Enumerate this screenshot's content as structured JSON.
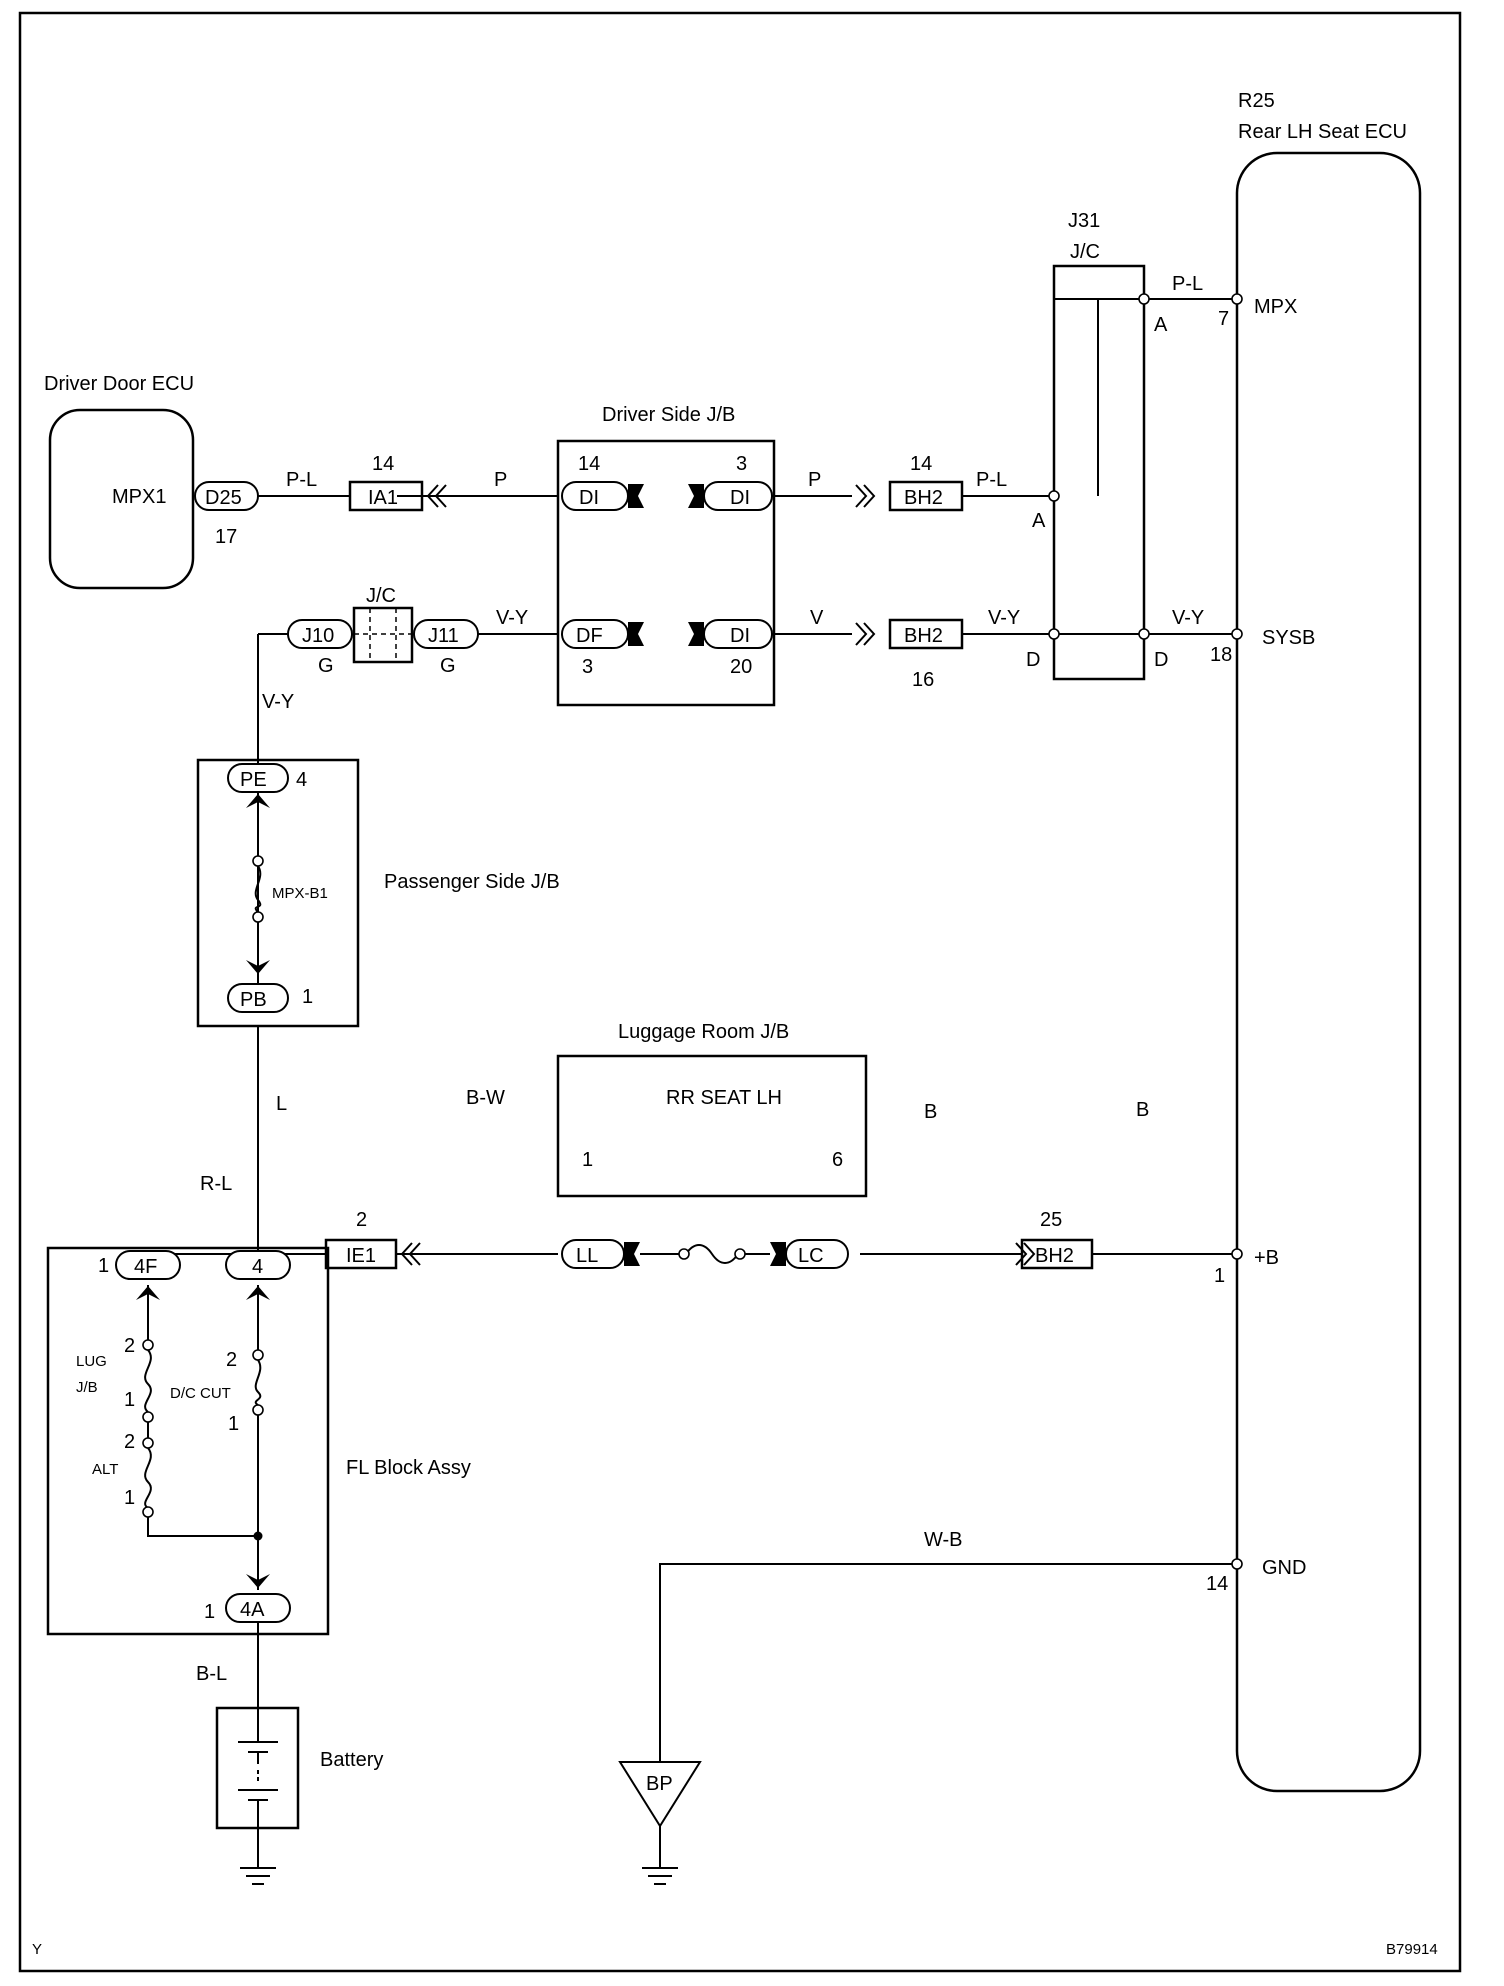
{
  "corner_left": "Y",
  "corner_right": "B79914",
  "components": {
    "rear_ecu": {
      "code": "R25",
      "name": "Rear LH Seat ECU",
      "pins": [
        {
          "name": "MPX",
          "no": "7"
        },
        {
          "name": "SYSB",
          "no": "18"
        },
        {
          "name": "+B",
          "no": "1"
        },
        {
          "name": "GND",
          "no": "14"
        }
      ]
    },
    "driver_door_ecu": {
      "name": "Driver Door ECU",
      "terminal": "MPX1",
      "connector": "D25",
      "pin": "17"
    },
    "j31": {
      "code": "J31",
      "name": "J/C",
      "pin_a": "A",
      "pin_d": "D"
    },
    "driver_side_jb": {
      "name": "Driver Side J/B"
    },
    "passenger_side_jb": {
      "name": "Passenger Side J/B",
      "fuse": "MPX-B1"
    },
    "luggage_jb": {
      "name": "Luggage Room J/B",
      "fuse": "RR SEAT LH"
    },
    "fl_block": {
      "name": "FL Block Assy",
      "fuses": [
        {
          "name": "LUG",
          "name2": "J/B",
          "p2": "2",
          "p1": "1"
        },
        {
          "name": "ALT",
          "p2": "2",
          "p1": "1"
        },
        {
          "name": "D/C CUT",
          "p2": "2",
          "p1": "1"
        }
      ]
    },
    "jc_small": {
      "name": "J/C"
    },
    "battery": {
      "name": "Battery"
    },
    "ground_bp": {
      "name": "BP"
    }
  },
  "connectors": {
    "ia1": {
      "label": "IA1",
      "pin": "14"
    },
    "di_left": {
      "label": "DI",
      "pin": "14"
    },
    "di_right_top": {
      "label": "DI",
      "pin": "3"
    },
    "df": {
      "label": "DF",
      "pin": "3"
    },
    "di_right_bot": {
      "label": "DI",
      "pin": "20"
    },
    "bh2_top": {
      "label": "BH2",
      "pin": "14"
    },
    "bh2_mid": {
      "label": "BH2",
      "pin": "16"
    },
    "bh2_low": {
      "label": "BH2",
      "pin": "25"
    },
    "j10": {
      "label": "J10",
      "pin": "G"
    },
    "j11": {
      "label": "J11",
      "pin": "G"
    },
    "pe": {
      "label": "PE",
      "pin": "4"
    },
    "pb": {
      "label": "PB",
      "pin": "1"
    },
    "ie1": {
      "label": "IE1",
      "pin": "2"
    },
    "ll": {
      "label": "LL",
      "pin": "1"
    },
    "lc": {
      "label": "LC",
      "pin": "6"
    },
    "c4f": {
      "label": "4F",
      "pin": "1"
    },
    "c4": {
      "label": "4"
    },
    "c4a": {
      "label": "4A",
      "pin": "1"
    }
  },
  "wire_colors": {
    "pl_d25": "P-L",
    "p_left": "P",
    "p_right": "P",
    "pl_bh2": "P-L",
    "pl_j31": "P-L",
    "vy_j11": "V-Y",
    "v_right": "V",
    "vy_bh2": "V-Y",
    "vy_j31": "V-Y",
    "vy_vertical": "V-Y",
    "l_left": "L",
    "bw": "B-W",
    "b_mid": "B",
    "b_right": "B",
    "rl": "R-L",
    "bl": "B-L",
    "wb": "W-B"
  }
}
